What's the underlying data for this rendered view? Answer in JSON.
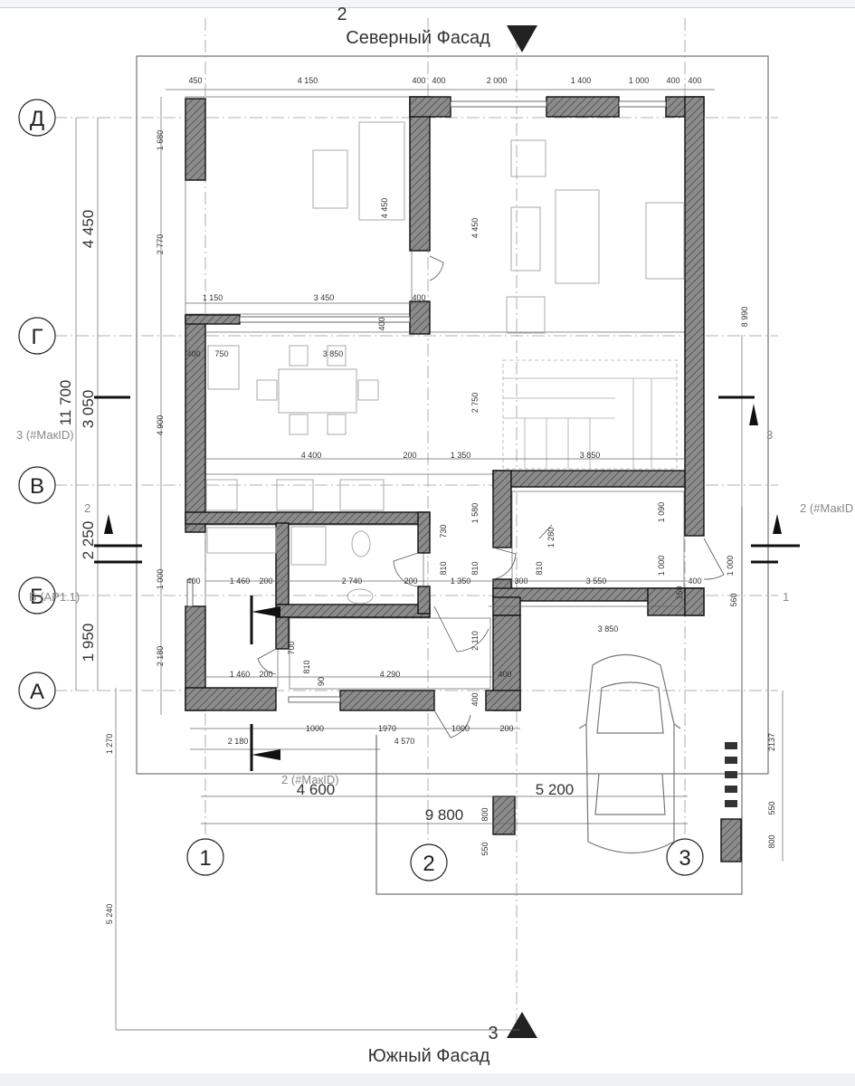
{
  "north_facade": {
    "number": "2",
    "label": "Северный Фасад"
  },
  "south_facade": {
    "number": "3",
    "label": "Южный Фасад"
  },
  "axes_rows": [
    "Д",
    "Г",
    "В",
    "Б",
    "А"
  ],
  "axes_cols": [
    "1",
    "2",
    "3"
  ],
  "left_dims": {
    "total": "11 700",
    "d_g": "4 450",
    "g_v": "3 050",
    "v_b": "2 250",
    "b_a": "1 950",
    "small_1680": "1 680",
    "small_2770": "2 770",
    "small_4900": "4 900",
    "small_1000": "1 000",
    "small_2180": "2 180",
    "small_1270": "1 270",
    "small_5240": "5 240"
  },
  "top_dims": [
    "450",
    "4 150",
    "400",
    "400",
    "2 000",
    "1 400",
    "1 000",
    "400",
    "400"
  ],
  "bottom_dims": {
    "d4600": "4 600",
    "d5200": "5 200",
    "d9800": "9 800",
    "d2180": "2 180",
    "d1000a": "1000",
    "d1970": "1970",
    "d1000b": "1000",
    "d200": "200",
    "d4570": "4 570"
  },
  "right_dims": {
    "d8990": "8 990",
    "d2137": "2137",
    "d550": "550",
    "d800": "800",
    "d560": "560",
    "d1000": "1 000",
    "d1090": "1 090"
  },
  "interior_dims": {
    "i4450a": "4 450",
    "i4450b": "4 450",
    "i1150": "1 150",
    "i3450": "3 450",
    "i400a": "400",
    "i400b": "400",
    "i400c": "400",
    "i750": "750",
    "i3850a": "3 850",
    "i2750": "2 750",
    "i4400": "4 400",
    "i200a": "200",
    "i1350a": "1 350",
    "i3850b": "3 850",
    "i1580": "1 580",
    "i730": "730",
    "i1280": "1 280",
    "i1460a": "1 460",
    "i200b": "200",
    "i2740": "2 740",
    "i200c": "200",
    "i810a": "810",
    "i1350b": "1 350",
    "i810b": "810",
    "i300": "300",
    "i810c": "810",
    "i3550": "3 550",
    "i400d": "400",
    "i1000": "1 000",
    "i400e": "400",
    "i700": "700",
    "i810d": "810",
    "i90": "90",
    "i1460b": "1 460",
    "i200d": "200",
    "i4290": "4 290",
    "i2110": "2 110",
    "i400f": "400",
    "i400g": "400",
    "i3850c": "3 850",
    "i150": "150",
    "i800": "800",
    "i550": "550"
  },
  "section_labels": {
    "left3": "3 (#МакID)",
    "right3": "3",
    "left2": "2",
    "right2": "2 (#МакID",
    "bottom2": "2 (#МакID)",
    "b_ref": "Б (АР1.1)",
    "one": "1"
  }
}
